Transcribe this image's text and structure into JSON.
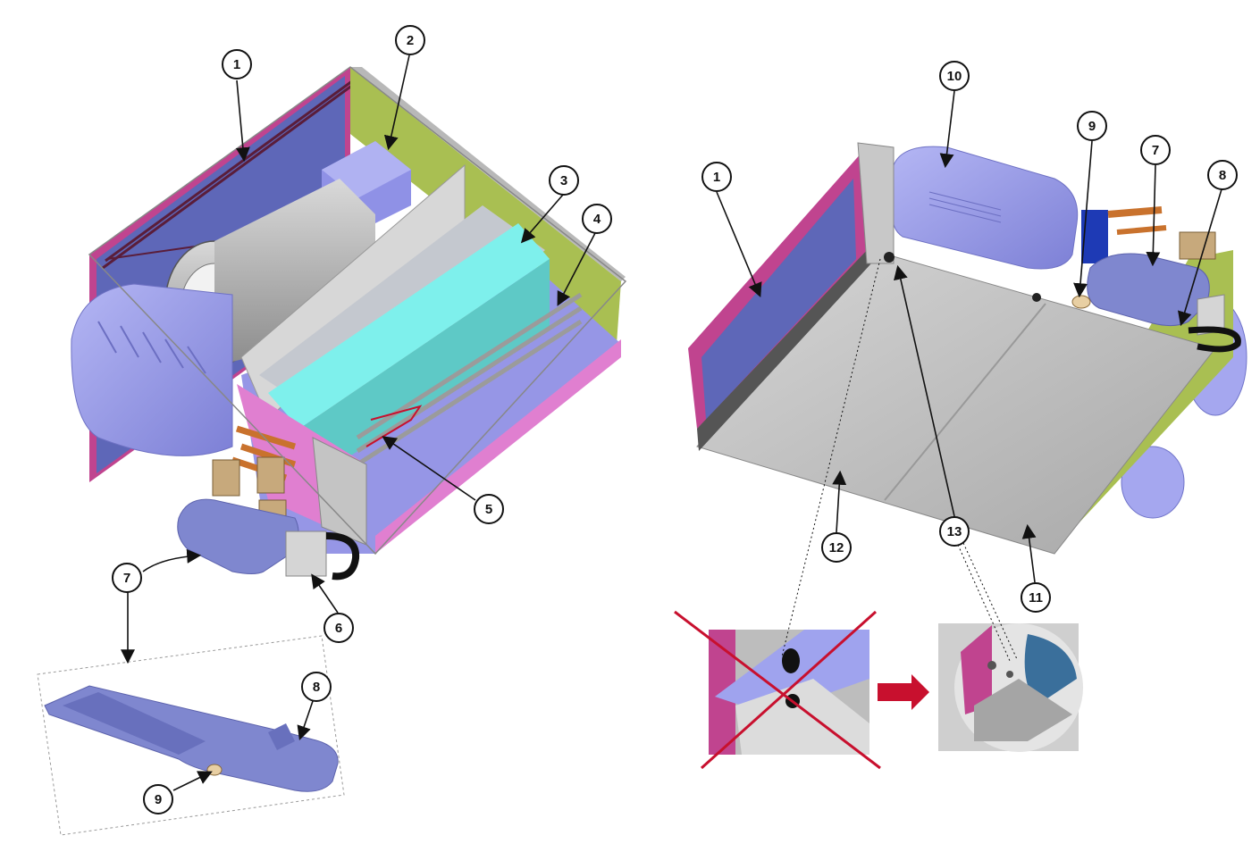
{
  "callouts": {
    "c1a": "1",
    "c2": "2",
    "c3": "3",
    "c4": "4",
    "c5": "5",
    "c6": "6",
    "c7a": "7",
    "c8a": "8",
    "c9a": "9",
    "c10": "10",
    "c9b": "9",
    "c7b": "7",
    "c8b": "8",
    "c1b": "1",
    "c12": "12",
    "c13": "13",
    "c11": "11"
  },
  "colors": {
    "magenta": "#c0448f",
    "lavender": "#8f91e6",
    "olive": "#a9bf52",
    "cyan": "#7ef0ec",
    "gray_panel": "#c8c8c8",
    "drain_tray": "#8087cf",
    "copper": "#c9722d",
    "red_cross": "#c8102e",
    "arrow_red": "#c8102e"
  }
}
